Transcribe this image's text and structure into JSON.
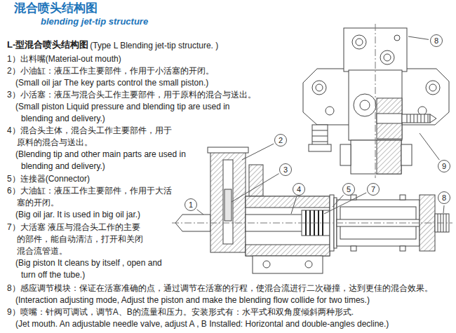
{
  "diagram": {
    "title": "混合喷头结构图",
    "nodes": [
      {
        "text": [
          "8"
        ]
      },
      {
        "text": [
          "2"
        ]
      },
      {
        "text": [
          "9"
        ]
      },
      {
        "text": [
          "3"
        ]
      },
      {
        "text": [
          "4"
        ]
      },
      {
        "text": [
          "5"
        ]
      },
      {
        "text": [
          "7"
        ]
      },
      {
        "text": [
          "8"
        ]
      },
      {
        "text": [
          "1"
        ]
      }
    ],
    "labels": [
      "blending jet-tip structure",
      "L-型混合喷头结构图",
      "(Type L Blending jet-tip structure. )",
      "1）出料嘴(Material-out mouth)",
      "2）小油缸：液压工作主要部件，作用于小活塞的开闭。",
      "(Small oil jar The key parts control the small piston.)",
      "3）小活塞：液压与混合头工作主要部件，用于原料的混合与送出。",
      "(Small piston Liquid pressure and blending tip are used in blending and delivery.)",
      "4）混合头主体，混合头工作主要部件，用于原料的混合与送出。",
      "(Blending tip and other main parts are used in blending and delivery.)",
      "5）连接器(Connector)",
      "6）大油缸：液压工作主要部件，作用于大活塞的开闭。",
      "(Big oil jar. It is used in big oil jar.)",
      "7）大活塞 液压与混合头工作的主要的部件，能自动清洁，打开和关闭混合流管道。",
      "(Big piston It cleans by itself , open and turn off the tube.)",
      "8）感应调节模块：保证在活塞准确的点，通过调节在活塞的行程，使混合流进行二次碰撞，达到更佳的混合效果。",
      "(Interaction adjusting mode, Adjust the piston and make the blending flow collide for two times.)",
      "9）喷嘴：针阀可调试，调节A、B的流量和压力。安装形式有：水平式和双角度倾斜两种形式.",
      "(Jet mouth. An adjustable needle valve, adjust A , B Installed: Horizontal and double-angles decline.)"
    ]
  }
}
